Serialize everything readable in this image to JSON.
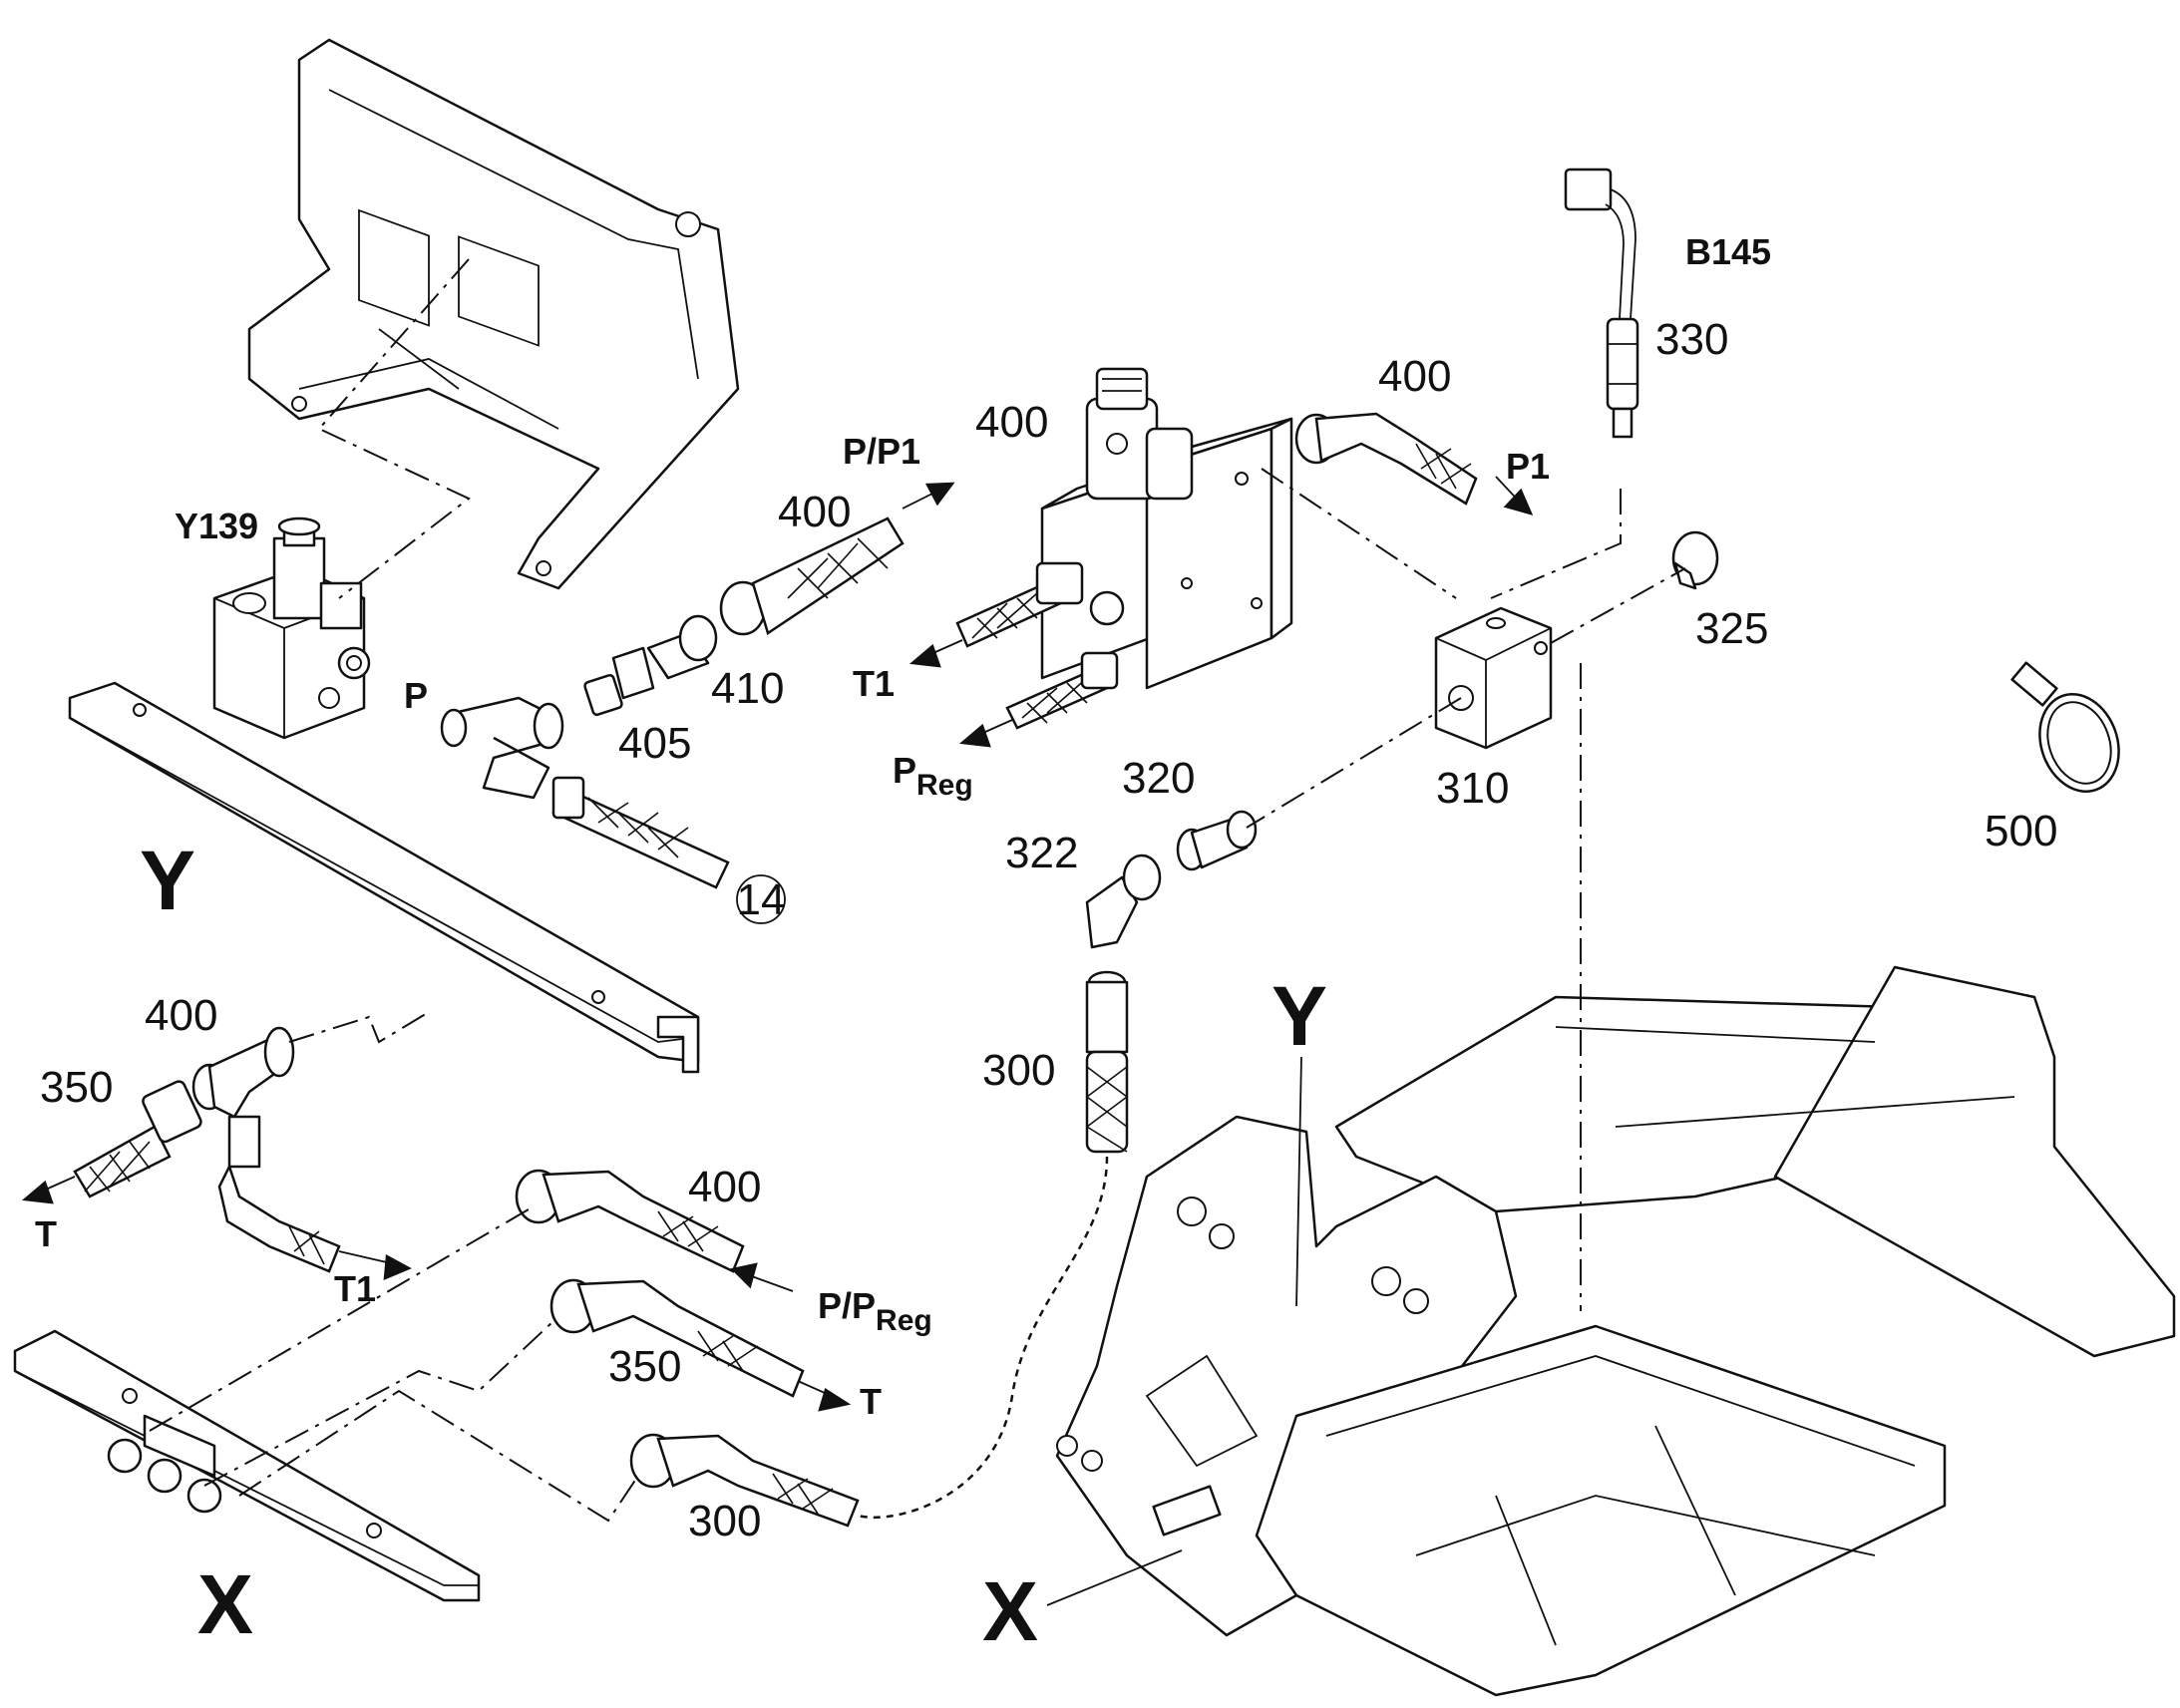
{
  "labels": {
    "y139": "Y139",
    "b145": "B145",
    "p": "P",
    "p_p1": "P/P1",
    "p1": "P1",
    "t1_top": "T1",
    "t1_bottom": "T1",
    "t_left": "T",
    "t_bottom": "T",
    "p_reg_main": "P",
    "p_reg_sub": "Reg",
    "p_p_reg_main": "P/P",
    "p_p_reg_sub": "Reg",
    "view_y_left": "Y",
    "view_y_right": "Y",
    "view_x_left": "X",
    "view_x_right": "X",
    "circle_ref": "14"
  },
  "part_numbers": {
    "n400_valve": "400",
    "n400_hose_top": "400",
    "n400_hose_right": "400",
    "n400_tee": "400",
    "n400_hose_x": "400",
    "n410": "410",
    "n405": "405",
    "n330": "330",
    "n325": "325",
    "n310": "310",
    "n320": "320",
    "n322": "322",
    "n300_vertical": "300",
    "n300_bottom": "300",
    "n350_left": "350",
    "n350_bottom": "350",
    "n500": "500"
  }
}
